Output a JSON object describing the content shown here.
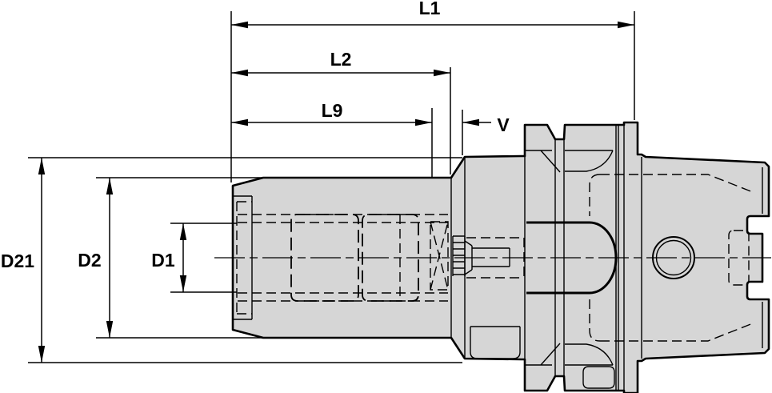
{
  "drawing": {
    "dim_labels": {
      "l1": "L1",
      "l2": "L2",
      "l9": "L9",
      "v": "V",
      "d21": "D21",
      "d2": "D2",
      "d1": "D1"
    }
  },
  "colors": {
    "body_fill": "#d6d6d6",
    "line": "#000000",
    "background": "#ffffff"
  }
}
